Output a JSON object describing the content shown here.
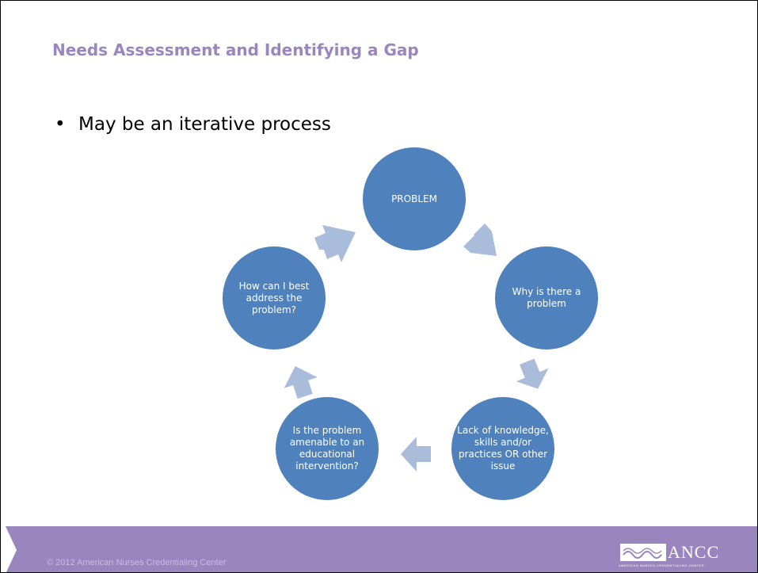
{
  "slide": {
    "title": "Needs Assessment and Identifying a Gap",
    "bullet": "May be an iterative process"
  },
  "cycle": {
    "nodes": [
      {
        "label": "PROBLEM"
      },
      {
        "label": "Why is there a problem"
      },
      {
        "label": "Lack of knowledge, skills and/or practices OR other issue"
      },
      {
        "label": "Is the problem amenable to an educational intervention?"
      },
      {
        "label": "How can I best address the problem?"
      }
    ],
    "node_color": "#4f81bd",
    "arrow_color": "#a9bcd9"
  },
  "footer": {
    "copyright": "© 2012 American Nurses Credentialing Center",
    "logo_text": "ANCC",
    "logo_subtext": "AMERICAN NURSES CREDENTIALING CENTER",
    "background": "#9b85be"
  }
}
